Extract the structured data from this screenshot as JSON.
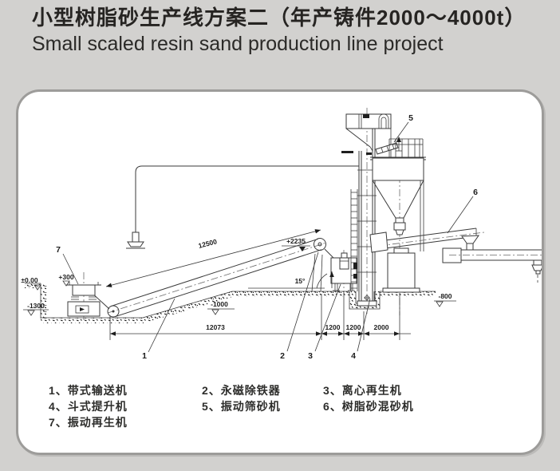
{
  "header": {
    "title_zh": "小型树脂砂生产线方案二（年产铸件2000～4000t）",
    "title_en": "Small scaled resin sand production line project"
  },
  "diagram": {
    "annotations": {
      "conveyor_len": "12500",
      "head_elev": "+2235",
      "incline_angle": "15°",
      "elev_zero": "±0.00",
      "elev_plus300": "+300",
      "elev_minus1300": "-1300",
      "elev_minus1000": "-1000",
      "elev_minus800": "-800",
      "span_total": "12073",
      "span_1200a": "1200",
      "span_1200b": "1200",
      "span_2000": "2000"
    },
    "callouts": {
      "c1": "1",
      "c2": "2",
      "c3": "3",
      "c4": "4",
      "c5": "5",
      "c6": "6",
      "c7": "7"
    }
  },
  "legend": {
    "items": [
      {
        "text": "1、带式输送机"
      },
      {
        "text": "2、永磁除铁器"
      },
      {
        "text": "3、离心再生机"
      },
      {
        "text": "4、斗式提升机"
      },
      {
        "text": "5、振动筛砂机"
      },
      {
        "text": "6、树脂砂混砂机"
      },
      {
        "text": "7、振动再生机"
      }
    ]
  }
}
